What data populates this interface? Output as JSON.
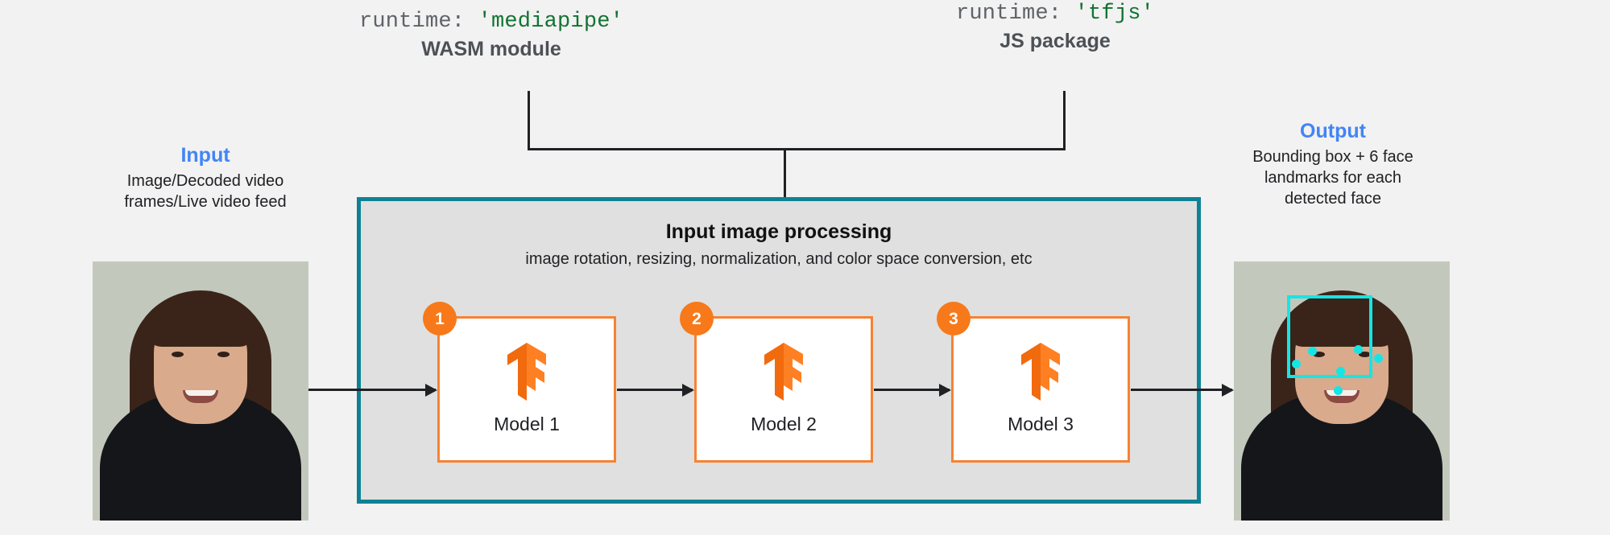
{
  "page": {
    "background_color": "#f2f2f2",
    "accent_blue": "#4285f4",
    "accent_orange": "#f7791a",
    "accent_teal": "#0e8294",
    "accent_green": "#137333",
    "detection_color": "#16e5e5"
  },
  "runtime_labels": [
    {
      "id": "mediapipe",
      "code_key": "runtime:",
      "code_value": "'mediapipe'",
      "subtitle": "WASM module"
    },
    {
      "id": "tfjs",
      "code_key": "runtime:",
      "code_value": "'tfjs'",
      "subtitle": "JS package"
    }
  ],
  "input": {
    "title": "Input",
    "desc_line1": "Image/Decoded video",
    "desc_line2": "frames/Live video feed",
    "image_alt": "Portrait photo of a smiling woman with long dark hair wearing a black top"
  },
  "output": {
    "title": "Output",
    "desc_line1": "Bounding box + 6 face",
    "desc_line2": "landmarks for each",
    "desc_line3": "detected face",
    "image_alt": "Same portrait with a cyan face bounding box and 6 cyan landmark dots"
  },
  "pipeline": {
    "heading": "Input image processing",
    "subheading": "image rotation, resizing, normalization, and color space conversion, etc",
    "models": [
      {
        "badge": "1",
        "label": "Model 1",
        "logo": "tensorflow-logo"
      },
      {
        "badge": "2",
        "label": "Model 2",
        "logo": "tensorflow-logo"
      },
      {
        "badge": "3",
        "label": "Model 3",
        "logo": "tensorflow-logo"
      }
    ]
  }
}
